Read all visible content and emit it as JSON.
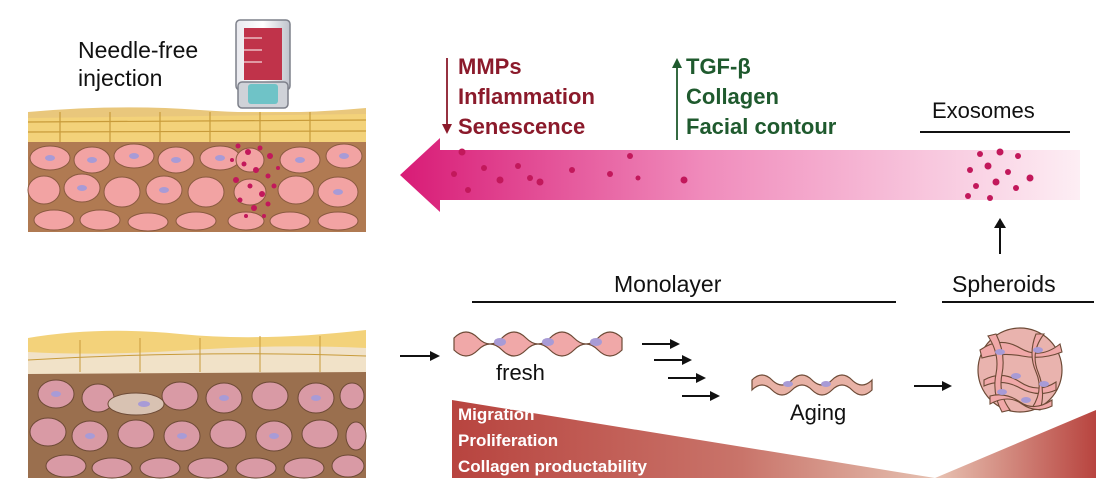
{
  "top_left": {
    "injection_label_line1": "Needle-free",
    "injection_label_line2": "injection"
  },
  "effects": {
    "decrease": [
      "MMPs",
      "Inflammation",
      "Senescence"
    ],
    "increase": [
      "TGF-β",
      "Collagen",
      "Facial contour"
    ]
  },
  "exosomes_label": "Exosomes",
  "monolayer_label": "Monolayer",
  "spheroids_label": "Spheroids",
  "cells": {
    "fresh_label": "fresh",
    "aging_label": "Aging"
  },
  "capacity": [
    "Migration",
    "Proliferation",
    "Collagen productability"
  ],
  "colors": {
    "decrease_text": "#8b1a2b",
    "increase_text": "#1f5a2e",
    "arrow_magenta": "#d81b76",
    "dot_magenta": "#c2185b",
    "skin_cell": "#f2a3a3",
    "cell_nucleus": "#a89bd6",
    "dermis_bg": "#b07a52",
    "fat_yellow": "#f3d27a",
    "wedge_red": "#b8443f"
  }
}
